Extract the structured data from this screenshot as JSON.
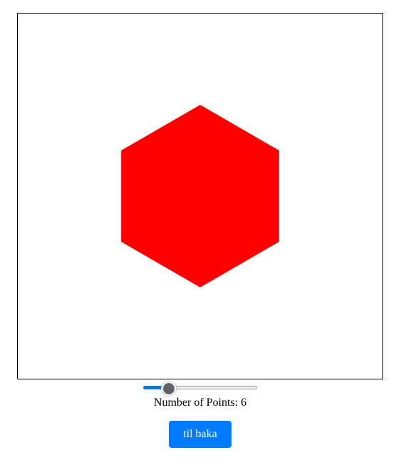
{
  "shape": {
    "num_points": 6,
    "fill_color": "#ff0000",
    "border_color": "#000000"
  },
  "slider": {
    "min": 3,
    "max": 20,
    "value": 6,
    "accent_color": "#0075ff"
  },
  "label": {
    "text": "Number of Points:",
    "value": "6"
  },
  "back_button": {
    "label": "til baka",
    "color": "#007bff"
  }
}
